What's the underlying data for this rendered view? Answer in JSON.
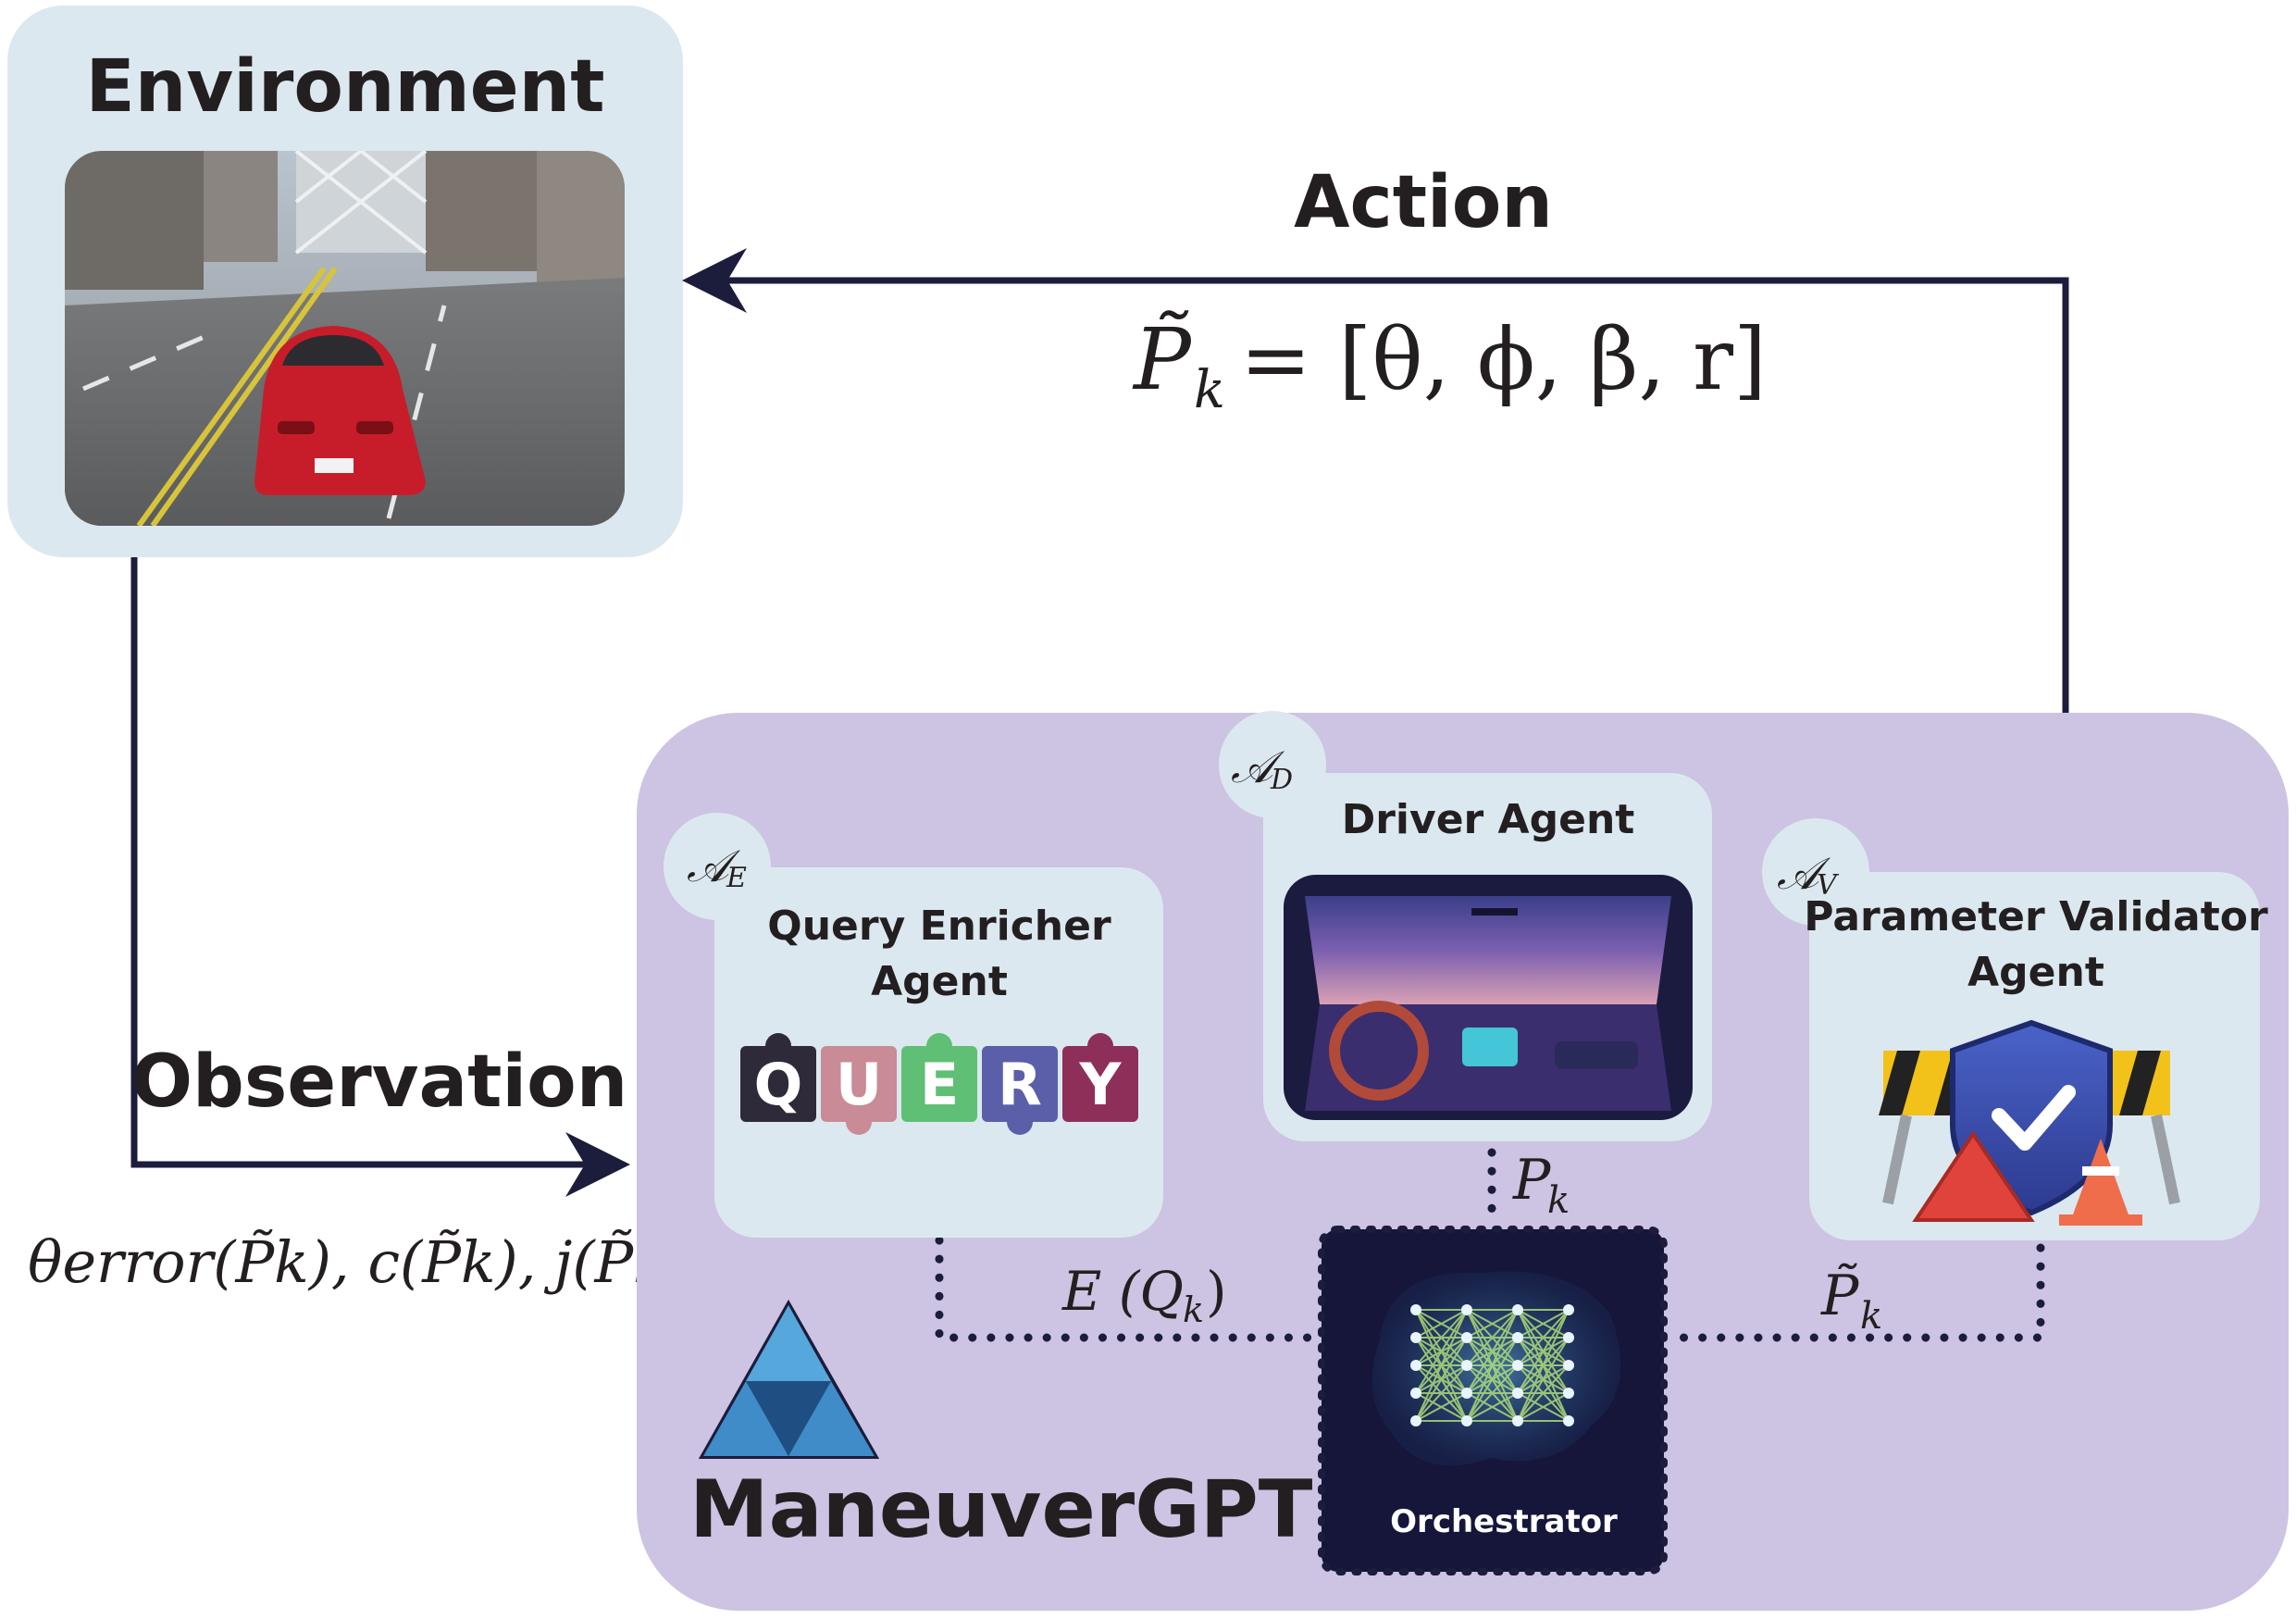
{
  "environment": {
    "title": "Environment"
  },
  "action": {
    "label": "Action",
    "formula_lhs": "P̃",
    "formula_sub": "k",
    "formula_rhs": "= [θ, ϕ, β, r]"
  },
  "observation": {
    "label": "Observation",
    "formula": "θerror(P̃k), c(P̃k), j(P̃k)"
  },
  "system": {
    "name": "ManeuverGPT"
  },
  "agents": {
    "enricher": {
      "badge": "𝒜",
      "badge_sub": "E",
      "title_line1": "Query Enricher",
      "title_line2": "Agent",
      "puzzle_letters": [
        "Q",
        "U",
        "E",
        "R",
        "Y"
      ],
      "puzzle_colors": [
        "#2e2a3a",
        "#c98b95",
        "#5fbf74",
        "#5b5ea8",
        "#8e2f5a"
      ]
    },
    "driver": {
      "badge": "𝒜",
      "badge_sub": "D",
      "title": "Driver Agent"
    },
    "validator": {
      "badge": "𝒜",
      "badge_sub": "V",
      "title_line1": "Parameter Validator",
      "title_line2": "Agent"
    }
  },
  "orchestrator": {
    "label": "Orchestrator"
  },
  "edges": {
    "driver_to_orch": {
      "main": "P",
      "sub": "k"
    },
    "enricher_to_orch": {
      "text": "E (Q",
      "sub": "k",
      "close": ")"
    },
    "validator_to_orch": {
      "main": "P̃",
      "sub": "k"
    }
  },
  "colors": {
    "env_bg": "#dce8ef",
    "system_bg": "#cdc3e2",
    "agent_bg": "#dce8ef",
    "arrow": "#1c1c3c",
    "orchestrator_bg": "#15163a"
  }
}
